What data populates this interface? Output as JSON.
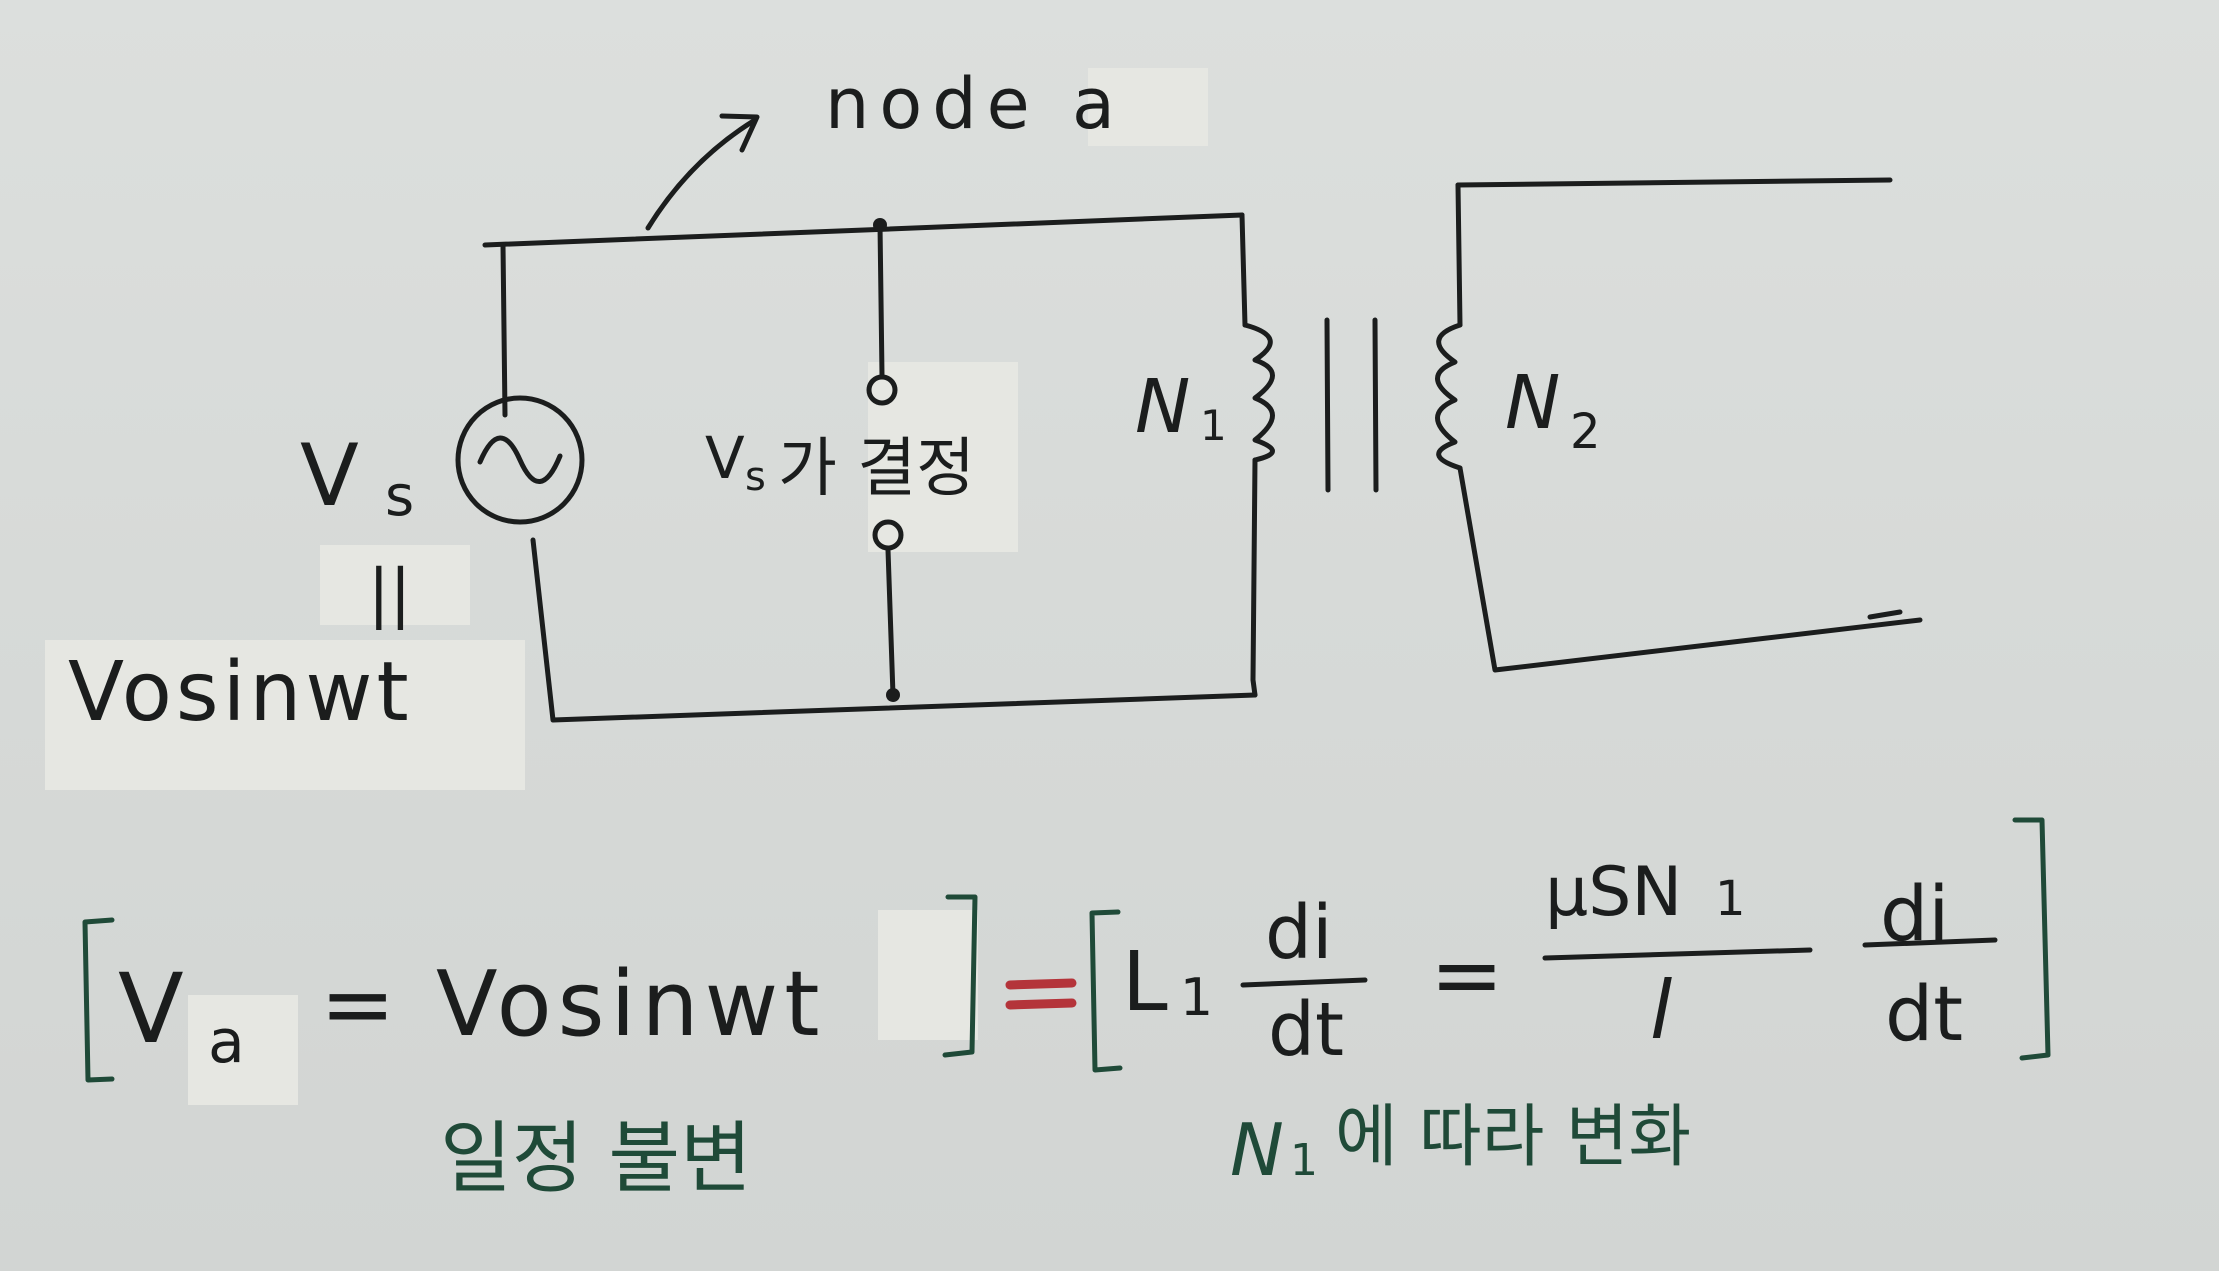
{
  "labels": {
    "node_label": "node a",
    "source_symbol_main": "V",
    "source_symbol_sub": "s",
    "equals_vertical": "||",
    "source_expression": "Vosinwt",
    "determined_by_main": "V",
    "determined_by_sub": "s",
    "determined_by_text": "가 결정",
    "primary_turns_main": "N",
    "primary_turns_sub": "1",
    "secondary_turns_main": "N",
    "secondary_turns_sub": "2"
  },
  "equation": {
    "left_term_main": "V",
    "left_term_sub": "a",
    "left_term_rhs": "= Vosinwt",
    "middle_prefix": "L",
    "middle_sub": "1",
    "middle_frac_num": "di",
    "middle_frac_den": "dt",
    "equals_sign": "=",
    "right_frac_num_main": "μSN",
    "right_frac_num_sub": "1",
    "right_frac_den": "l",
    "right_frac2_num": "di",
    "right_frac2_den": "dt"
  },
  "annotations": {
    "left_note": "일정 불변",
    "right_note_main": "N",
    "right_note_sub": "1",
    "right_note_text": "에 따라 변화"
  },
  "colors": {
    "ink": "#1b1d1d",
    "green_ink": "#1f4a38",
    "red_ink": "#b4343a",
    "paper": "#d9dcda"
  }
}
